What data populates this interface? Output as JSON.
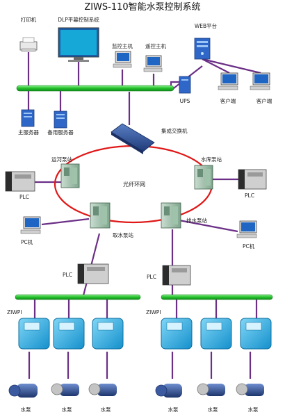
{
  "title": "ZIWS-110智能水泵控制系统",
  "colors": {
    "bus": "#22c02a",
    "bus_edge": "#0f7a17",
    "link": "#6b2f86",
    "ring": "#e01818",
    "pump_box": "#1ea9e4",
    "motor": "#2b4a8a"
  },
  "top": {
    "printer": "打印机",
    "dlp": "DLP平幕控制系统",
    "monitor_host": "监控主机",
    "remote_host": "遥控主机",
    "web": "WEB平台",
    "ups": "UPS",
    "client_1": "客户端",
    "client_2": "客户端",
    "main_server": "主服务器",
    "backup_server": "备用服务器"
  },
  "switch_label": "集成交换机",
  "ring_label": "光纤环网",
  "stations": {
    "canal": "运河泵站",
    "reservoir": "水库泵站",
    "intake": "取水泵站",
    "drainage": "排水泵站"
  },
  "side": {
    "plc_left": "PLC",
    "plc_right": "PLC",
    "pc_left": "PC机",
    "pc_right": "PC机"
  },
  "bottom": {
    "plc_left": "PLC",
    "plc_right": "PLC",
    "ziwp_left": "ZIWPI",
    "ziwp_right": "ZIWPI",
    "pumps": [
      "水泵",
      "水泵",
      "水泵",
      "水泵",
      "水泵",
      "水泵"
    ]
  }
}
